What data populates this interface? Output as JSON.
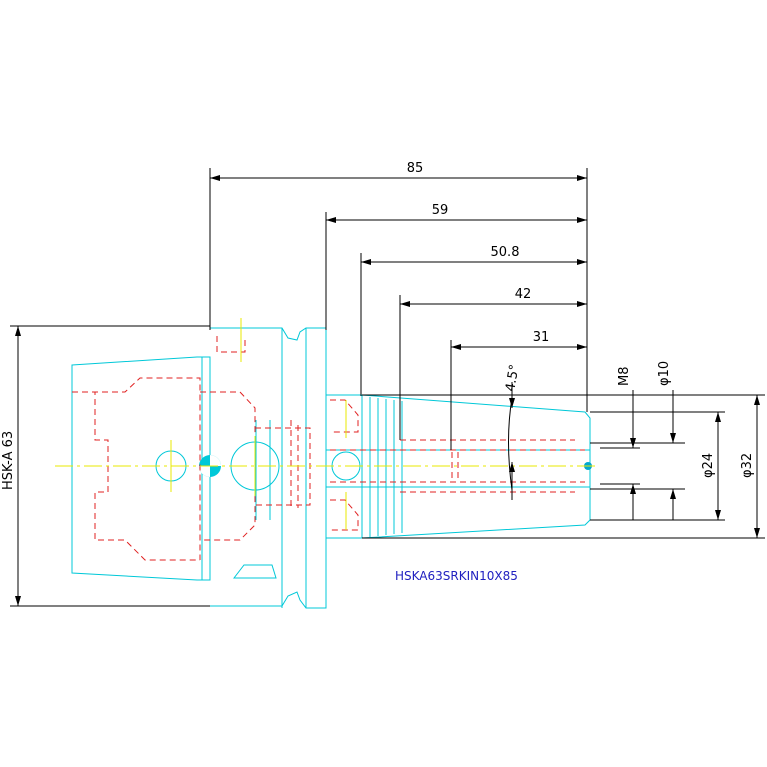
{
  "part_number": "HSKA63SRKIN10X85",
  "colors": {
    "outline": "#00c8d8",
    "hidden": "#e02020",
    "center": "#e8e800",
    "dimension": "#000000",
    "part_label": "#2020c0",
    "point": "#00a8d0"
  },
  "dimensions": {
    "length_85": "85",
    "length_59": "59",
    "length_50_8": "50.8",
    "length_42": "42",
    "length_31": "31",
    "taper_angle": "4.5°",
    "thread": "M8",
    "dia_10": "φ10",
    "dia_24": "φ24",
    "dia_32": "φ32",
    "flange": "HSK-A 63"
  }
}
